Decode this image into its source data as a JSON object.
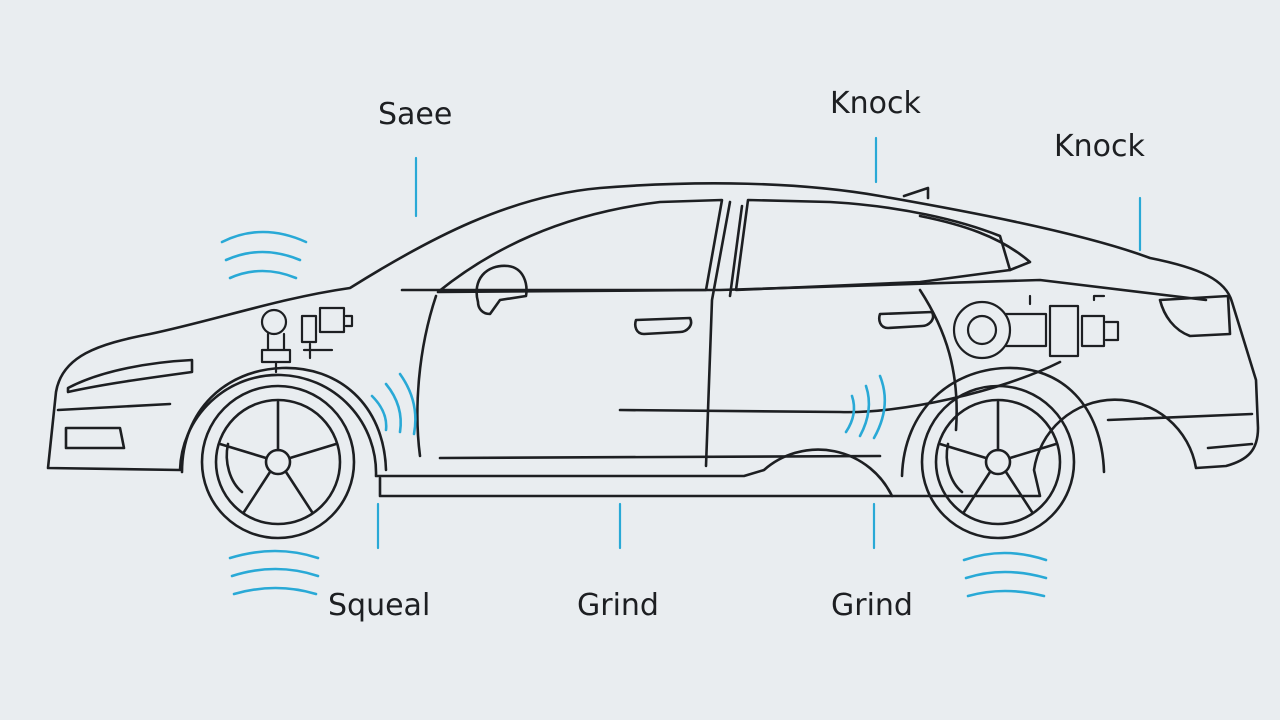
{
  "colors": {
    "background": "#e9edf0",
    "outline": "#1d1f22",
    "sound_wave": "#29a9d6"
  },
  "labels": {
    "saee": "Saee",
    "knock_top": "Knock",
    "knock_rear": "Knock",
    "squeal": "Squeal",
    "grind_middle": "Grind",
    "grind_rear": "Grind"
  },
  "icons": [
    "sound-wave-icon",
    "brake-caliper-icon",
    "wheel-icon"
  ]
}
